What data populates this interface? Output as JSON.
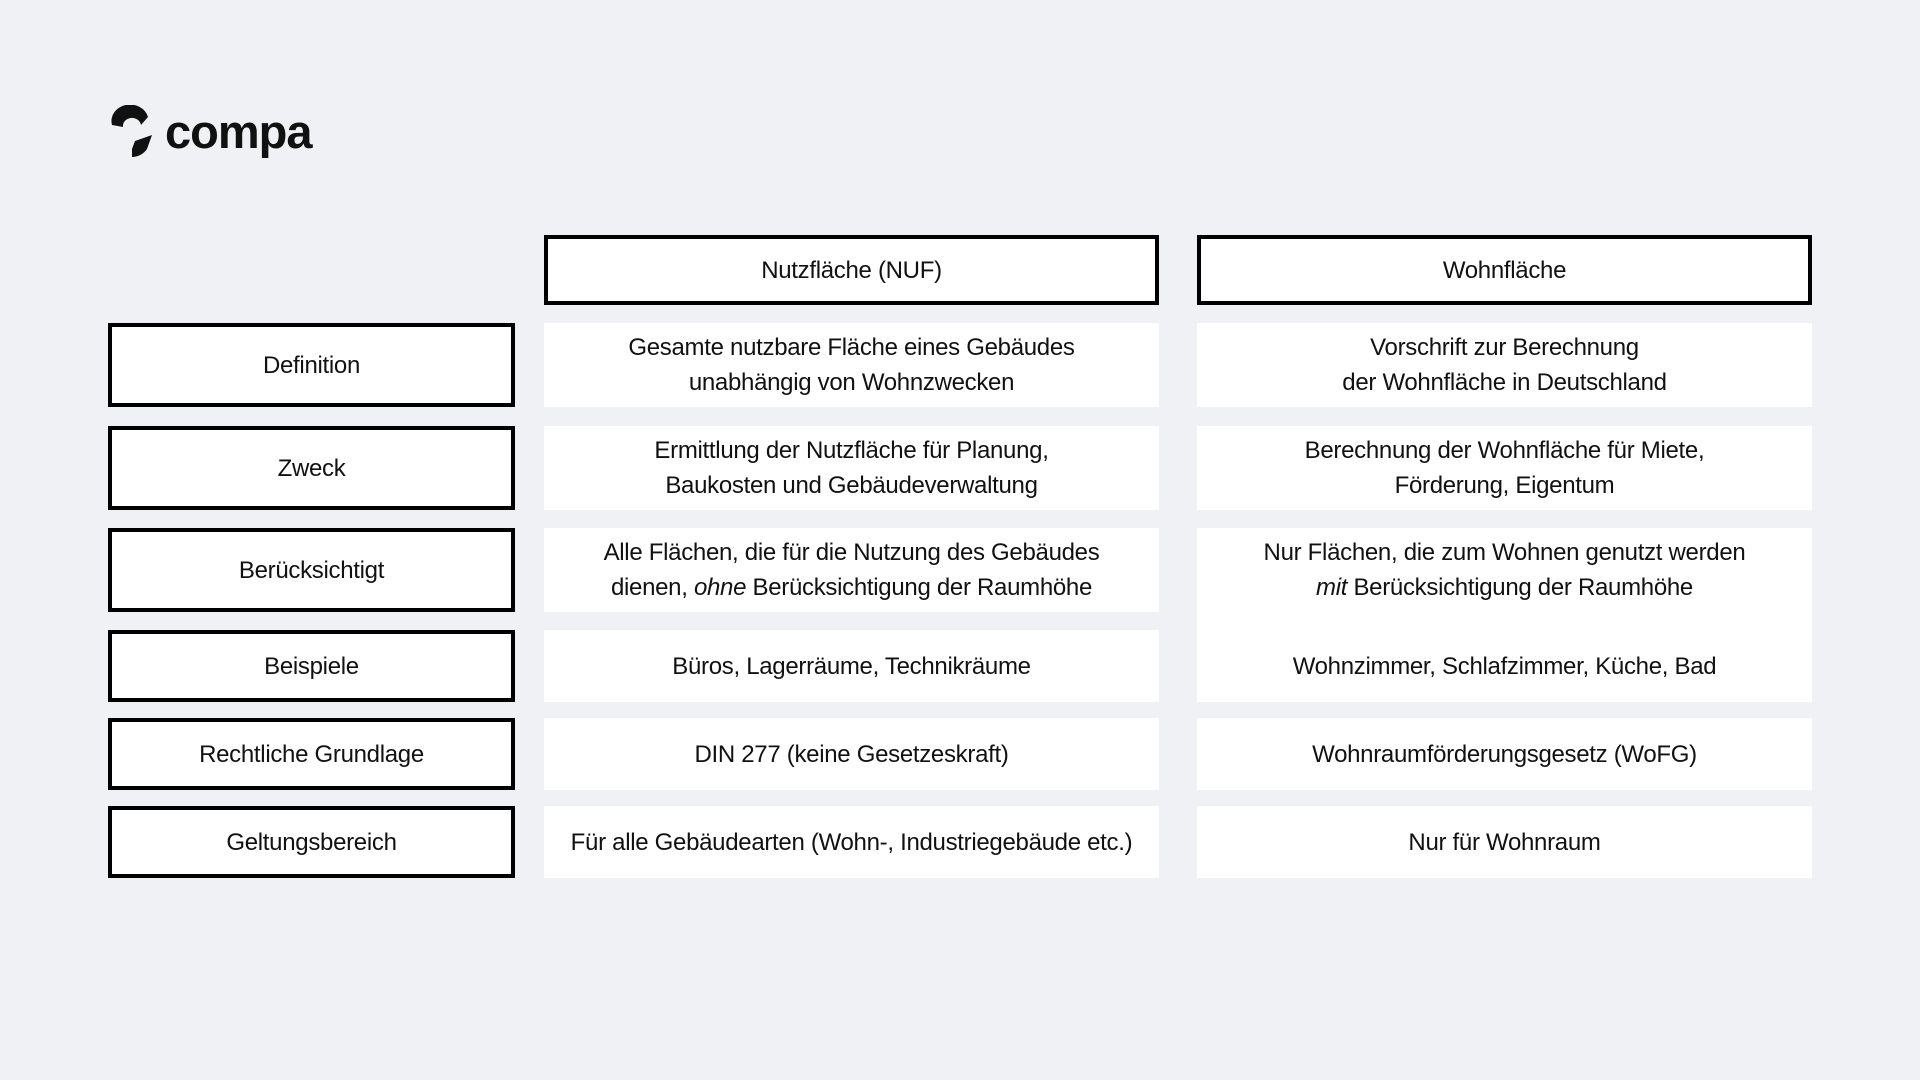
{
  "brand": {
    "name": "compa"
  },
  "table": {
    "headers": [
      "Nutzfläche (NUF)",
      "Wohnfläche"
    ],
    "rows": [
      {
        "label": "Definition",
        "nuf": [
          "Gesamte nutzbare Fläche eines Gebäudes",
          "unabhängig von Wohnzwecken"
        ],
        "wohn": [
          "Vorschrift zur Berechnung",
          "der Wohnfläche in Deutschland"
        ]
      },
      {
        "label": "Zweck",
        "nuf": [
          "Ermittlung der Nutzfläche für Planung,",
          "Baukosten und Gebäudeverwaltung"
        ],
        "wohn": [
          "Berechnung der Wohnfläche für Miete,",
          "Förderung, Eigentum"
        ]
      },
      {
        "label": "Berücksichtigt",
        "nuf": [
          "Alle Flächen, die für die Nutzung des Gebäudes",
          {
            "pre": "dienen, ",
            "em": "ohne",
            "post": " Berücksichtigung der Raumhöhe"
          }
        ],
        "wohn": [
          "Nur Flächen, die zum Wohnen genutzt werden",
          {
            "pre": "",
            "em": "mit",
            "post": " Berücksichtigung der Raumhöhe"
          }
        ]
      },
      {
        "label": "Beispiele",
        "nuf": [
          "Büros, Lagerräume, Technikräume"
        ],
        "wohn": [
          "Wohnzimmer, Schlafzimmer, Küche, Bad"
        ]
      },
      {
        "label": "Rechtliche Grundlage",
        "nuf": [
          "DIN 277 (keine Gesetzeskraft)"
        ],
        "wohn": [
          "Wohnraumförderungsgesetz (WoFG)"
        ]
      },
      {
        "label": "Geltungsbereich",
        "nuf": [
          "Für alle Gebäudearten (Wohn-, Industriegebäude etc.)"
        ],
        "wohn": [
          "Nur für Wohnraum"
        ]
      }
    ]
  }
}
